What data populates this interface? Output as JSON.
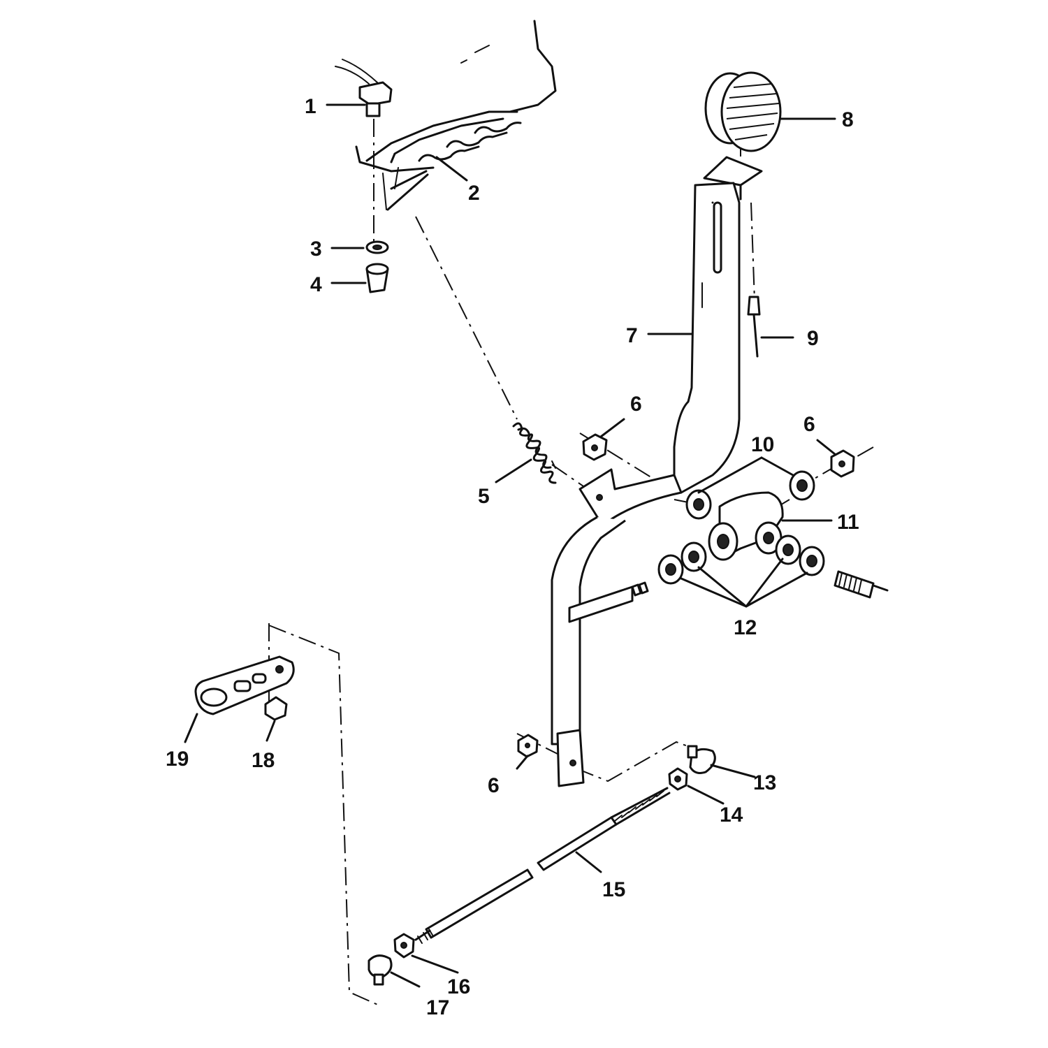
{
  "callouts": [
    {
      "id": "c1",
      "text": "1"
    },
    {
      "id": "c2",
      "text": "2"
    },
    {
      "id": "c3",
      "text": "3"
    },
    {
      "id": "c4",
      "text": "4"
    },
    {
      "id": "c5",
      "text": "5"
    },
    {
      "id": "c6a",
      "text": "6"
    },
    {
      "id": "c6b",
      "text": "6"
    },
    {
      "id": "c6c",
      "text": "6"
    },
    {
      "id": "c7",
      "text": "7"
    },
    {
      "id": "c8",
      "text": "8"
    },
    {
      "id": "c9",
      "text": "9"
    },
    {
      "id": "c10",
      "text": "10"
    },
    {
      "id": "c11",
      "text": "11"
    },
    {
      "id": "c12",
      "text": "12"
    },
    {
      "id": "c13",
      "text": "13"
    },
    {
      "id": "c14",
      "text": "14"
    },
    {
      "id": "c15",
      "text": "15"
    },
    {
      "id": "c16",
      "text": "16"
    },
    {
      "id": "c17",
      "text": "17"
    },
    {
      "id": "c18",
      "text": "18"
    },
    {
      "id": "c19",
      "text": "19"
    }
  ]
}
